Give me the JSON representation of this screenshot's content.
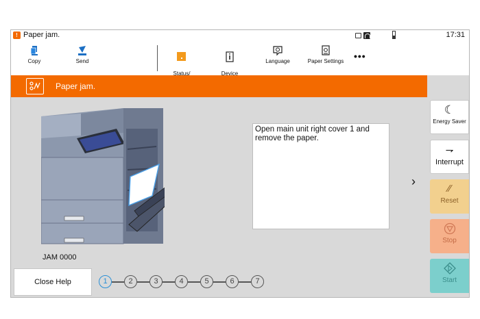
{
  "status_bar": {
    "title": "Paper jam.",
    "time": "17:31",
    "warn_glyph": "!"
  },
  "toolbar": {
    "items": [
      {
        "label": "Copy",
        "icon": "copy-icon"
      },
      {
        "label": "Send",
        "icon": "send-icon"
      },
      {
        "label": "Status/\nJob Cancel",
        "icon": "status-icon"
      },
      {
        "label": "Device\nInformation",
        "icon": "device-info-icon"
      },
      {
        "label": "Language",
        "icon": "language-icon"
      },
      {
        "label": "Paper Settings",
        "icon": "paper-settings-icon"
      }
    ],
    "more_label": "•••"
  },
  "header": {
    "title": "Paper jam.",
    "icon": "jam-indicator-icon",
    "color": "#f36a00"
  },
  "main": {
    "message": "Open main unit right cover 1 and remove the paper.",
    "jam_code": "JAM 0000",
    "close_help_label": "Close Help",
    "steps": [
      "1",
      "2",
      "3",
      "4",
      "5",
      "6",
      "7"
    ],
    "active_step": 1,
    "next_glyph": "›"
  },
  "right_panel": {
    "energy_saver": "Energy Saver",
    "interrupt": "Interrupt",
    "reset": "Reset",
    "stop": "Stop",
    "start": "Start",
    "colors": {
      "reset": "#f2d08e",
      "stop": "#f6b08a",
      "start": "#7ccfcc"
    }
  }
}
